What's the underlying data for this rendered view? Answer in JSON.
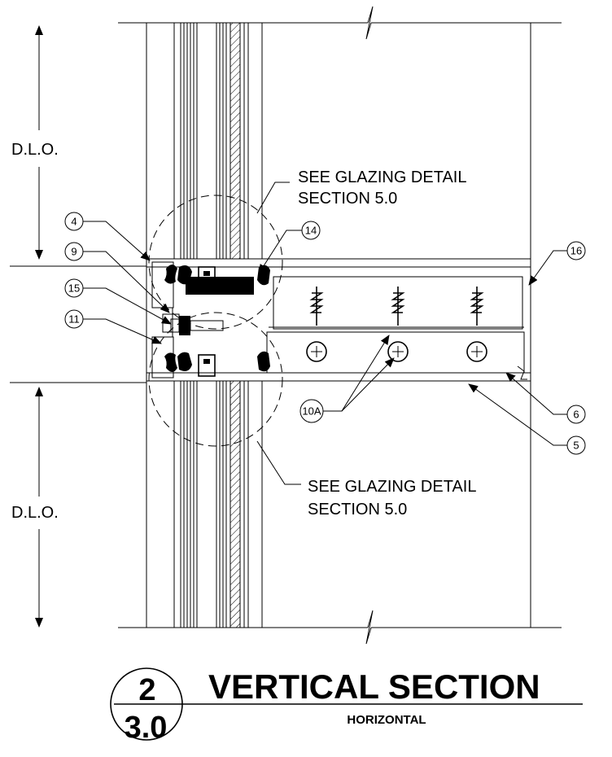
{
  "dimensions": {
    "dlo_top_label": "D.L.O.",
    "dlo_bottom_label": "D.L.O."
  },
  "notes": {
    "top_line1": "SEE GLAZING DETAIL",
    "top_line2": "SECTION 5.0",
    "bottom_line1": "SEE GLAZING DETAIL",
    "bottom_line2": "SECTION 5.0"
  },
  "callouts": {
    "c4": "4",
    "c9": "9",
    "c15": "15",
    "c11": "11",
    "c14": "14",
    "c16": "16",
    "c6": "6",
    "c5": "5",
    "c10a": "10A"
  },
  "title_block": {
    "detail_number": "2",
    "sheet_number": "3.0",
    "title": "VERTICAL SECTION",
    "subtitle": "HORIZONTAL"
  }
}
